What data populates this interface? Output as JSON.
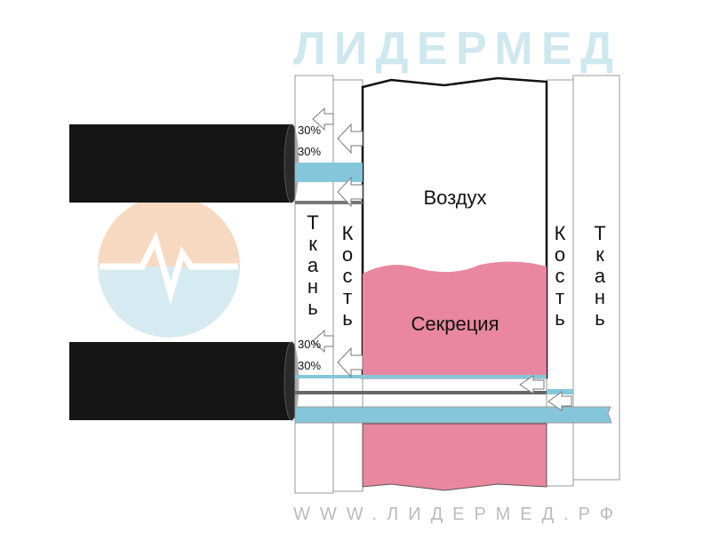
{
  "diagram": {
    "labels": {
      "air": "Воздух",
      "secretion": "Секреция",
      "bone_left": "Кость",
      "bone_right": "Кость",
      "tissue_left": "Ткань",
      "tissue_right": "Ткань"
    },
    "percentages": [
      "30%",
      "30%",
      "30%",
      "30%"
    ],
    "watermark": {
      "brand": "ЛИДЕРМЕД",
      "url": "WWW.ЛИДЕРМЕД.РФ"
    },
    "colors": {
      "secretion": "#e8879f",
      "membrane": "#86c6da",
      "tube": "#111111",
      "watermark_orange": "#f6c8a6",
      "watermark_blue": "#bfe3ee"
    }
  }
}
